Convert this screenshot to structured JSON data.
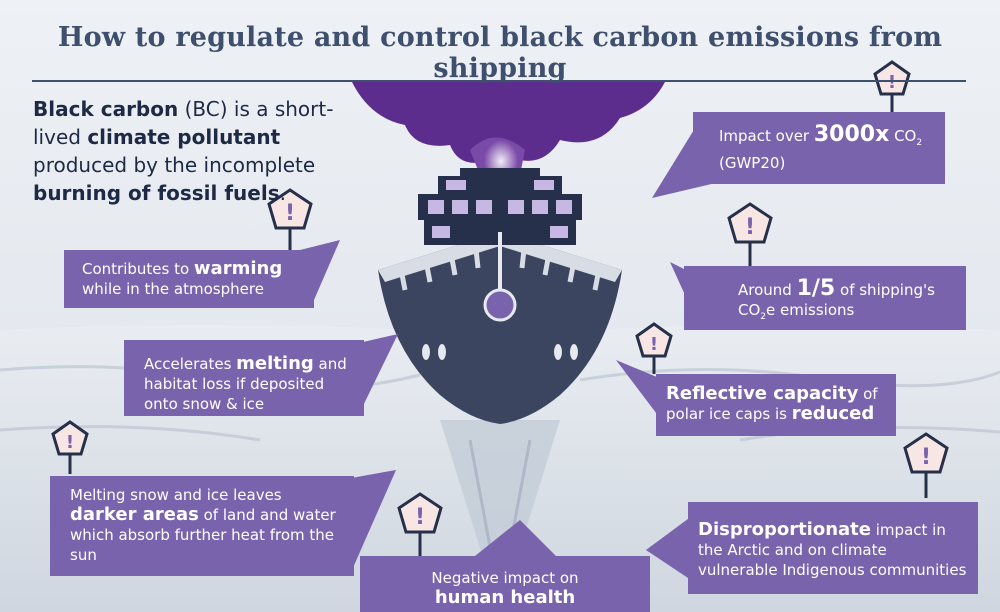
{
  "title": "How to regulate and control black carbon emissions from shipping",
  "intro": {
    "p1": "Black carbon",
    "p2": " (BC) is a short-lived ",
    "p3": "climate pollutant",
    "p4": " produced by the incomplete ",
    "p5": "burning of fossil fuels",
    "p6": "."
  },
  "callouts": {
    "warming": {
      "a": "Contributes to ",
      "b": "warming",
      "c": " while in the atmosphere"
    },
    "melting": {
      "a": "Accelerates ",
      "b": "melting",
      "c": " and habitat loss if deposited onto snow & ice"
    },
    "darker": {
      "a": "Melting snow and ice leaves ",
      "b": "darker areas",
      "c": " of land and water which absorb further heat from the sun"
    },
    "health": {
      "a": "Negative impact on",
      "b": "human health"
    },
    "impact": {
      "a": "Impact over ",
      "b": "3000x",
      "c": " CO",
      "sub": "2",
      "d": " (GWP20)"
    },
    "fifth": {
      "a": "Around ",
      "b": "1/5",
      "c": " of shipping's CO",
      "sub": "2",
      "d": "e emissions"
    },
    "reflect": {
      "a": "Reflective capacity",
      "b": " of polar ice caps is ",
      "c": "reduced"
    },
    "dispro": {
      "a": "Disproportionate",
      "b": " impact in the Arctic and on climate vulnerable Indigenous communities"
    }
  },
  "warning_sign": "!",
  "colors": {
    "callout_purple": "#7a63ad",
    "title_navy": "#3f4f6e",
    "text_navy": "#1e2a45",
    "smoke_purple": "#5c2d8c",
    "hull_dark": "#3b4560",
    "sign_fill": "#f8e6e4"
  },
  "icons": [
    "warning-sign-icon",
    "ship-illustration",
    "smoke-plume",
    "ice-field"
  ]
}
